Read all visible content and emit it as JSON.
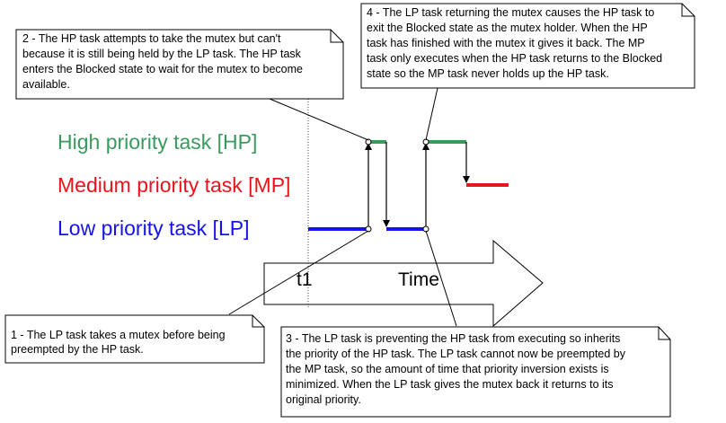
{
  "notes": {
    "note1": {
      "lines": [
        "1 - The LP task takes a mutex before being",
        "preempted by the HP task."
      ]
    },
    "note2": {
      "lines": [
        "2 - The HP task attempts to take the mutex but can't",
        "because it is still being held by the LP task.  The HP task",
        "enters the Blocked state to wait for the mutex to become",
        "available."
      ]
    },
    "note3": {
      "lines": [
        "3 - The LP task is preventing the HP task from executing so inherits",
        "the priority of the HP task.  The LP task cannot now be preempted by",
        "the MP task, so the amount of time that priority inversion exists is",
        "minimized.  When the LP task gives the mutex back it returns to its",
        "original priority."
      ]
    },
    "note4": {
      "lines": [
        "4 - The LP task returning the mutex causes the HP task to",
        "exit the Blocked state as the mutex holder.  When the HP",
        "task has finished with the mutex it gives it back.  The MP",
        "task only executes when the HP task returns to the Blocked",
        "state so the MP task never holds up the HP task."
      ]
    }
  },
  "tasks": {
    "hp": {
      "label": "High priority task [HP]",
      "color": "#3a9a5e"
    },
    "mp": {
      "label": "Medium priority task [MP]",
      "color": "#e8141c"
    },
    "lp": {
      "label": "Low priority task [LP]",
      "color": "#1414e6"
    }
  },
  "time_axis": {
    "t1_label": "t1",
    "time_label": "Time"
  }
}
